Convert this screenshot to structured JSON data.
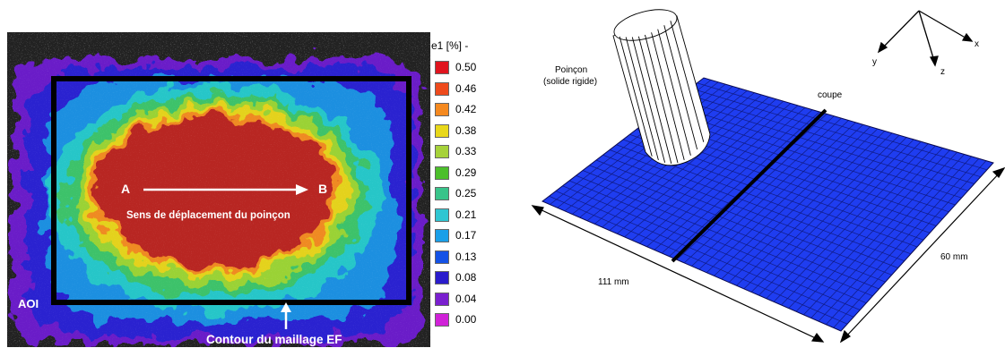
{
  "left_panel": {
    "point_a": "A",
    "point_b": "B",
    "direction_label": "Sens de  déplacement du poinçon",
    "aoi_label": "AOI",
    "contour_label": "Contour du maillage EF"
  },
  "color_scale": {
    "title": "e1 [%] -",
    "ticks": [
      "0.50",
      "0.46",
      "0.42",
      "0.38",
      "0.33",
      "0.29",
      "0.25",
      "0.21",
      "0.17",
      "0.13",
      "0.08",
      "0.04",
      "0.00"
    ],
    "colors": [
      "#e0141e",
      "#ee4a1c",
      "#f5891f",
      "#e8d81a",
      "#a6d23a",
      "#4cbf2b",
      "#38c48a",
      "#2fc6d2",
      "#1a9fe8",
      "#1452e6",
      "#2a1ccc",
      "#7a1fcf",
      "#d021d8"
    ]
  },
  "right_panel": {
    "punch_label": "Poinçon",
    "punch_sublabel": "(solide rigide)",
    "section_label": "coupe",
    "length_label": "111 mm",
    "width_label": "60 mm",
    "axes": {
      "x": "x",
      "y": "y",
      "z": "z"
    },
    "mesh_color": "#1f3df0"
  }
}
